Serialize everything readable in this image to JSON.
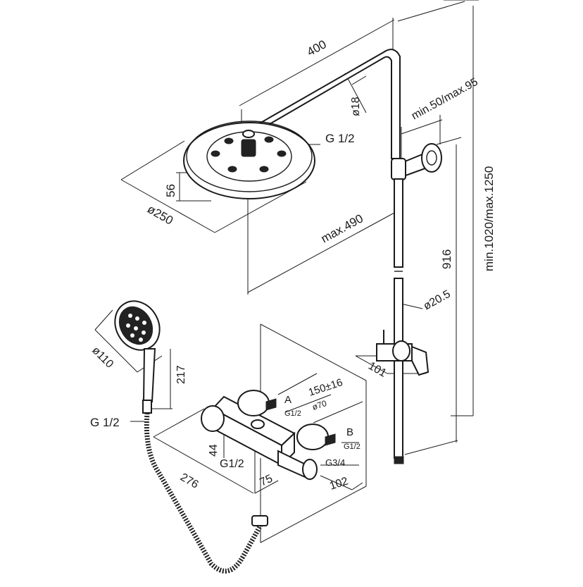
{
  "labels": {
    "overhead_arm_length": "400",
    "arm_pipe_diameter": "ø18",
    "head_connection": "G 1/2",
    "head_height": "56",
    "head_diameter": "ø250",
    "head_projection": "max.490",
    "wall_bracket_range": "min.50/max.95",
    "total_height": "min.1020/max.1250",
    "rail_height": "916",
    "rail_diameter": "ø20.5",
    "holder_depth": "101",
    "hand_shower_diameter": "ø110",
    "hand_shower_length": "217",
    "hand_shower_connection": "G 1/2",
    "centres": "150±16",
    "outlet_a": "A",
    "outlet_a_thread": "G1/2",
    "escutcheon_diameter": "ø70",
    "outlet_b": "B",
    "outlet_b_thread": "G1/2",
    "inlet_thread": "G3/4",
    "mixer_height": "44",
    "bottom_outlet_thread": "G1/2",
    "mixer_width": "276",
    "mixer_offset": "75",
    "mixer_depth": "102"
  }
}
